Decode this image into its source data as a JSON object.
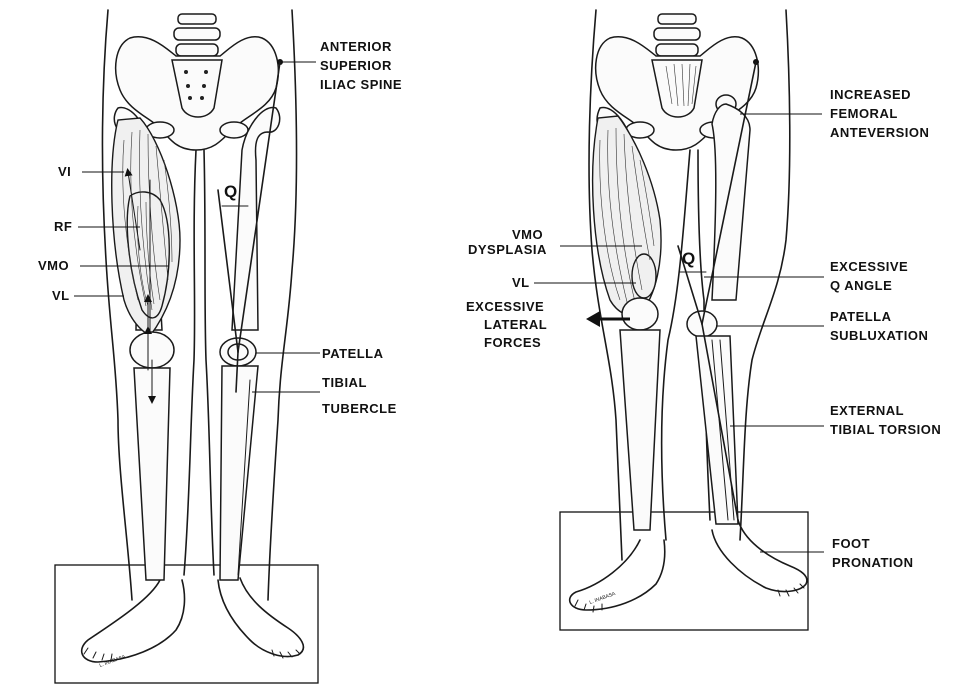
{
  "left_figure": {
    "labels": {
      "asis": [
        "ANTERIOR",
        "SUPERIOR",
        "ILIAC SPINE"
      ],
      "vi": "VI",
      "rf": "RF",
      "vmo": "VMO",
      "vl": "VL",
      "patella": "PATELLA",
      "tibial_tubercle": [
        "TIBIAL",
        "TUBERCLE"
      ],
      "q": "Q"
    },
    "signature": "L. INABASA"
  },
  "right_figure": {
    "labels": {
      "femoral_anteversion": [
        "INCREASED",
        "FEMORAL",
        "ANTEVERSION"
      ],
      "vmo_dysplasia": [
        "VMO",
        "DYSPLASIA"
      ],
      "vl": "VL",
      "lateral_forces": [
        "EXCESSIVE",
        "LATERAL",
        "FORCES"
      ],
      "q_angle": [
        "EXCESSIVE",
        "Q ANGLE"
      ],
      "patella_subluxation": [
        "PATELLA",
        "SUBLUXATION"
      ],
      "tibial_torsion": [
        "EXTERNAL",
        "TIBIAL TORSION"
      ],
      "foot_pronation": [
        "FOOT",
        "PRONATION"
      ],
      "q": "Q"
    },
    "signature": "L. INABASA"
  }
}
